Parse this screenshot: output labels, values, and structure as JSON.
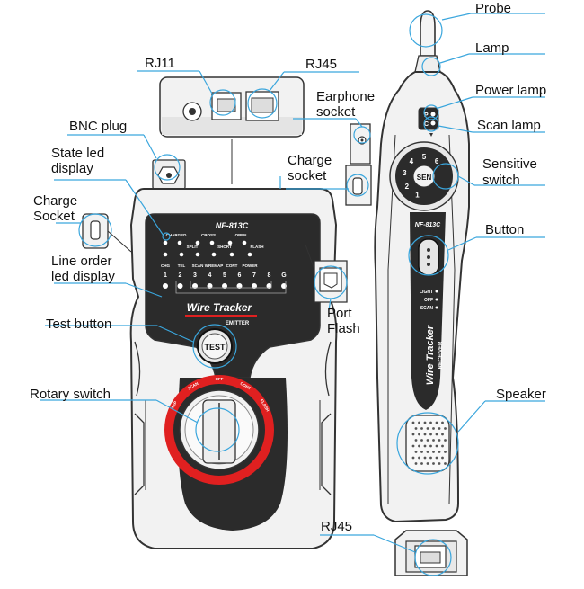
{
  "callouts": {
    "probe": "Probe",
    "lamp": "Lamp",
    "rj11": "RJ11",
    "rj45_top": "RJ45",
    "earphone_1": "Earphone",
    "earphone_2": "socket",
    "power_lamp": "Power lamp",
    "bnc_plug": "BNC plug",
    "scan_lamp": "Scan lamp",
    "state_led_1": "State led",
    "state_led_2": "display",
    "charge_socket_r_1": "Charge",
    "charge_socket_r_2": "socket",
    "sensitive_1": "Sensitive",
    "sensitive_2": "switch",
    "charge_socket_l_1": "Charge",
    "charge_socket_l_2": "Socket",
    "button": "Button",
    "line_order_1": "Line order",
    "line_order_2": "led display",
    "port_flash_1": "Port",
    "port_flash_2": "Flash",
    "test_button": "Test button",
    "rotary_switch": "Rotary switch",
    "speaker": "Speaker",
    "rj45_bottom": "RJ45"
  },
  "emitter": {
    "model": "NF-813C",
    "brand": "Wire Tracker",
    "sub": "EMITTER",
    "test_label": "TEST",
    "led_row1": [
      "CHARGED",
      "CROSS",
      "OPEN"
    ],
    "led_row2": [
      "SPLIT",
      "SHORT",
      "FLASH"
    ],
    "led_row3": [
      "CHG",
      "TEL",
      "SCAN",
      "WREMAP",
      "CONT",
      "POWER"
    ],
    "line_numbers": [
      "1",
      "2",
      "3",
      "4",
      "5",
      "6",
      "7",
      "8",
      "G"
    ],
    "dial_modes": [
      "MAP",
      "SCAN",
      "OFF",
      "CONT",
      "FLASH"
    ]
  },
  "receiver": {
    "model": "NF-813C",
    "brand": "Wire Tracker",
    "sub": "RECEIVER",
    "knob_label": "SEN",
    "lamp_letters": [
      "P",
      "C"
    ],
    "knob_numbers": [
      "1",
      "2",
      "3",
      "4",
      "5",
      "6"
    ],
    "mode_labels": [
      "LIGHT",
      "OFF",
      "SCAN"
    ]
  },
  "colors": {
    "panel_dark": "#2b2b2b",
    "accent_red": "#e02020",
    "callout_blue": "#3aa6dd",
    "body_light": "#f2f2f2",
    "outline": "#333333"
  }
}
